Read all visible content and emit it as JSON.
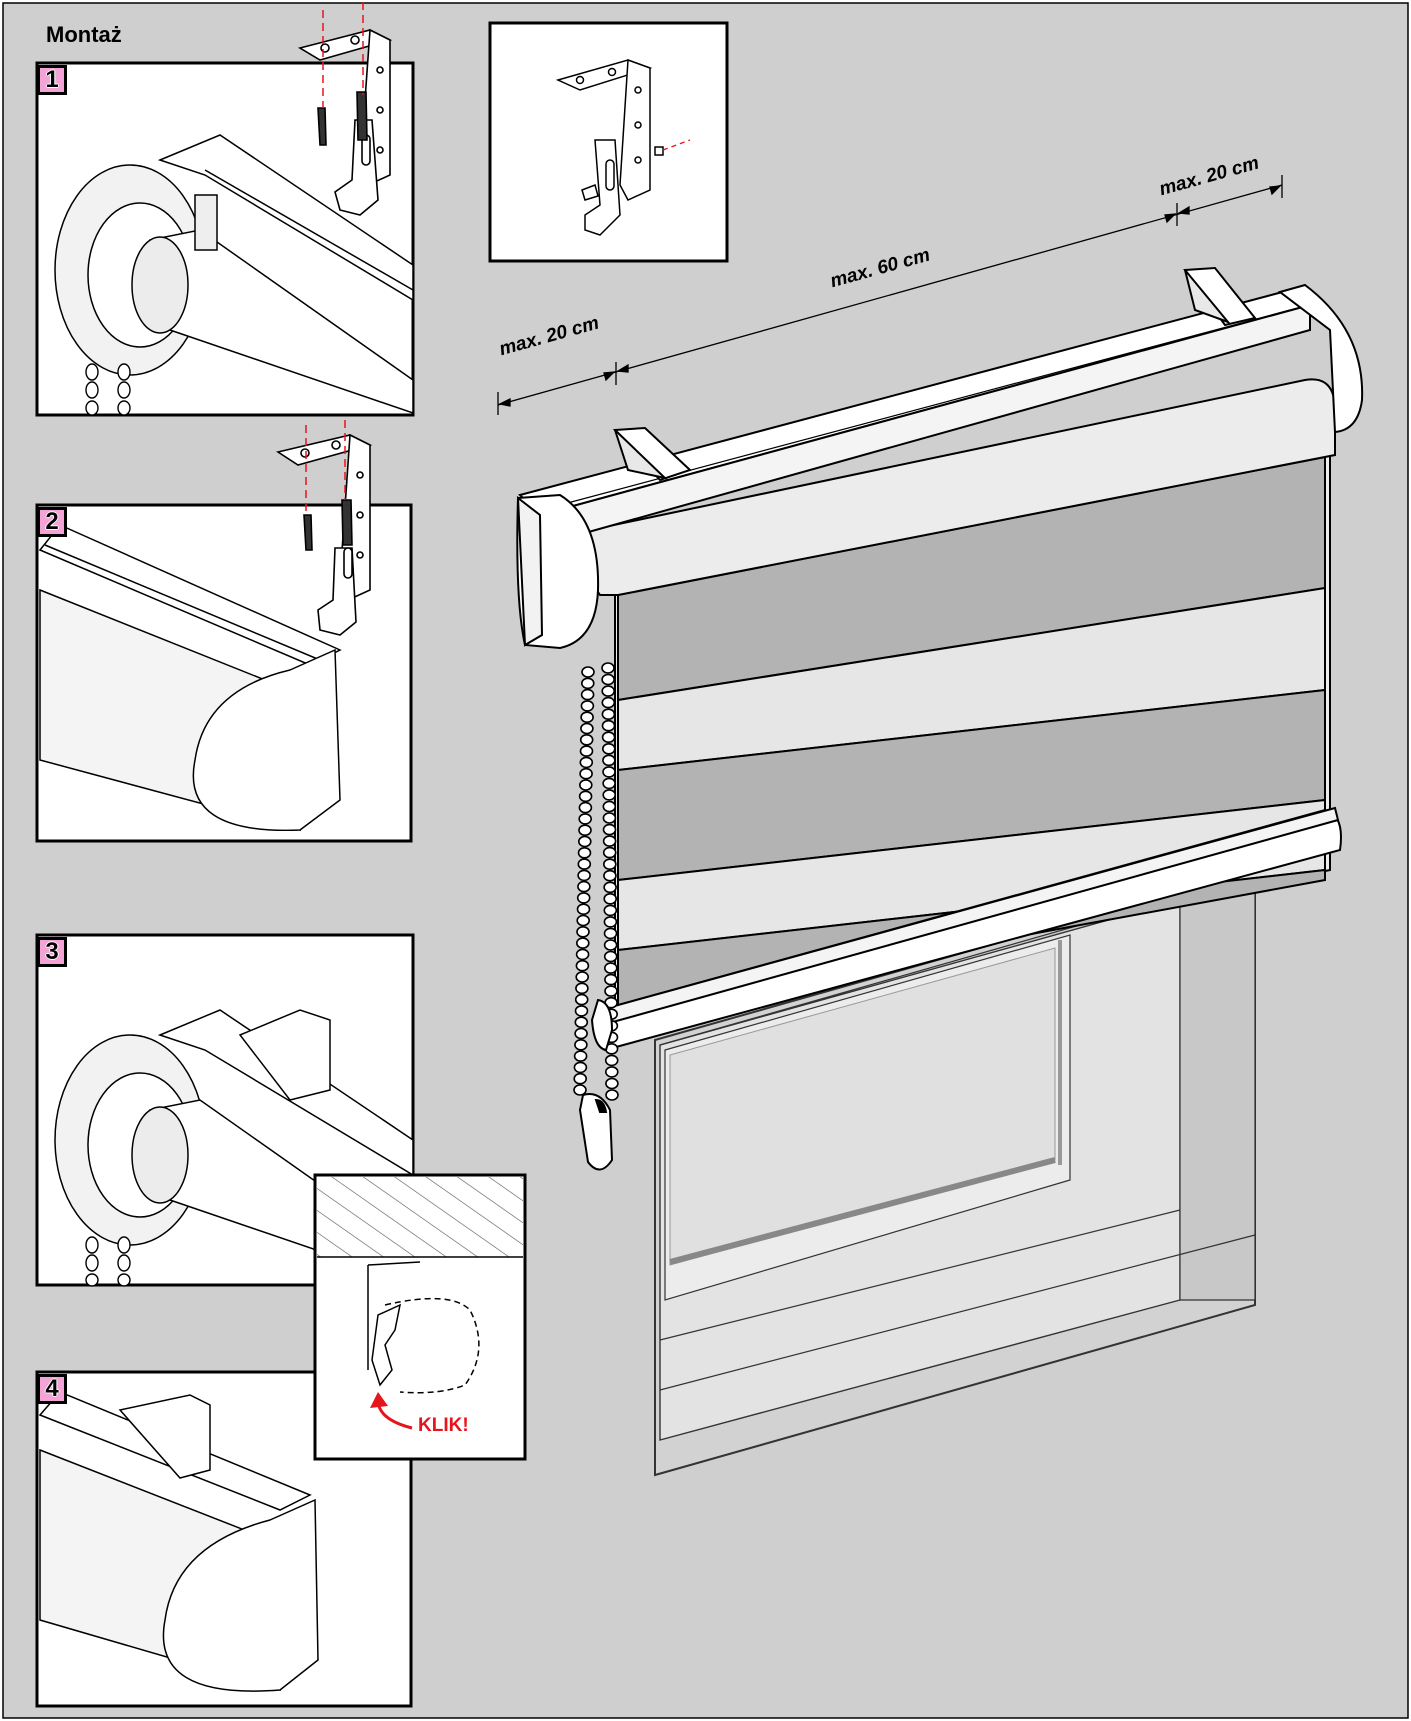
{
  "title": "Montaż",
  "steps": [
    "1",
    "2",
    "3",
    "4"
  ],
  "dimensions": {
    "left": "max. 20 cm",
    "middle": "max. 60 cm",
    "right": "max. 20 cm"
  },
  "klik": "KLIK!",
  "colors": {
    "background": "#cfcfcf",
    "panel": "#ffffff",
    "fabric_dark": "#b3b3b3",
    "fabric_light": "#e6e6e6",
    "accent_red": "#e8141c",
    "step_badge": "#f3a3d6"
  }
}
